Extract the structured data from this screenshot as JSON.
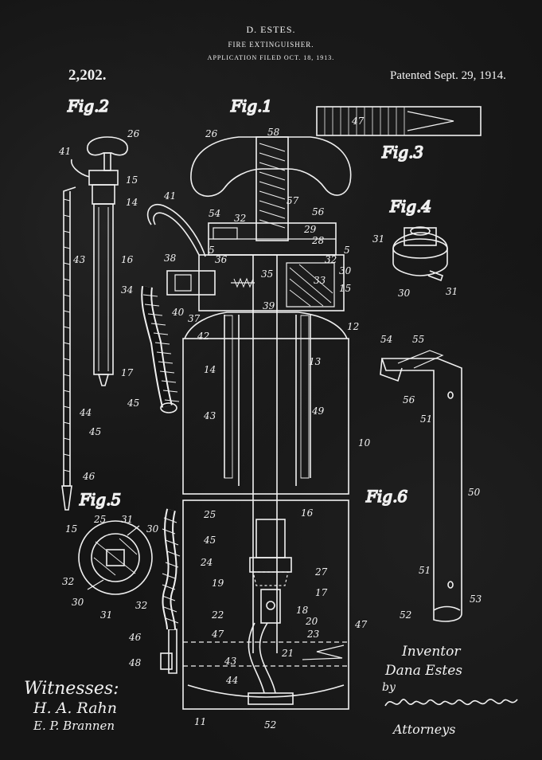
{
  "header": {
    "inventor_name": "D. ESTES.",
    "title": "FIRE EXTINGUISHER.",
    "filed": "APPLICATION FILED OCT. 18, 1913.",
    "patent_number": "2,202.",
    "patented": "Patented Sept. 29, 1914."
  },
  "figures": {
    "fig1": "Fig.1",
    "fig2": "Fig.2",
    "fig3": "Fig.3",
    "fig4": "Fig.4",
    "fig5": "Fig.5",
    "fig6": "Fig.6"
  },
  "signatures": {
    "inventor_label": "Inventor",
    "inventor": "Dana Estes",
    "by": "by",
    "attorneys_label": "Attorneys",
    "witnesses_label": "Witnesses:",
    "witness_1": "H. A. Rahn",
    "witness_2": "E. P. Brannen"
  },
  "reference_numerals": {
    "n58": "58",
    "n26": "26",
    "n57": "57",
    "n56": "56",
    "n54": "54",
    "n32": "32",
    "n29": "29",
    "n28": "28",
    "n5a": "5",
    "n5b": "5",
    "n32b": "32",
    "n30": "30",
    "n38": "38",
    "n36": "36",
    "n35": "35",
    "n33": "33",
    "n15": "15",
    "n34": "34",
    "n40": "40",
    "n37": "37",
    "n39": "39",
    "n41": "41",
    "n12": "12",
    "n42": "42",
    "n13": "13",
    "n14": "14",
    "n43": "43",
    "n49": "49",
    "n10": "10",
    "n45": "45",
    "n16": "16",
    "n25": "25",
    "n24": "24",
    "n27": "27",
    "n19": "19",
    "n17": "17",
    "n18": "18",
    "n22": "22",
    "n20": "20",
    "n23": "23",
    "n47": "47",
    "n47b": "47",
    "n46": "46",
    "n48": "48",
    "n21": "21",
    "n43b": "43",
    "n44": "44",
    "n11": "11",
    "n52": "52",
    "f2_26": "26",
    "f2_41": "41",
    "f2_15": "15",
    "f2_14": "14",
    "f2_43": "43",
    "f2_16": "16",
    "f2_17": "17",
    "f2_44": "44",
    "f2_45": "45",
    "f2_46": "46",
    "f3_47": "47",
    "f4_31": "31",
    "f4_31b": "31",
    "f4_30": "30",
    "f5_15": "15",
    "f5_25": "25",
    "f5_31": "31",
    "f5_30": "30",
    "f5_32": "32",
    "f5_30b": "30",
    "f5_31b": "31",
    "f5_32b": "32",
    "f6_54": "54",
    "f6_55": "55",
    "f6_56": "56",
    "f6_51": "51",
    "f6_50": "50",
    "f6_51b": "51",
    "f6_53": "53",
    "f6_52": "52"
  }
}
